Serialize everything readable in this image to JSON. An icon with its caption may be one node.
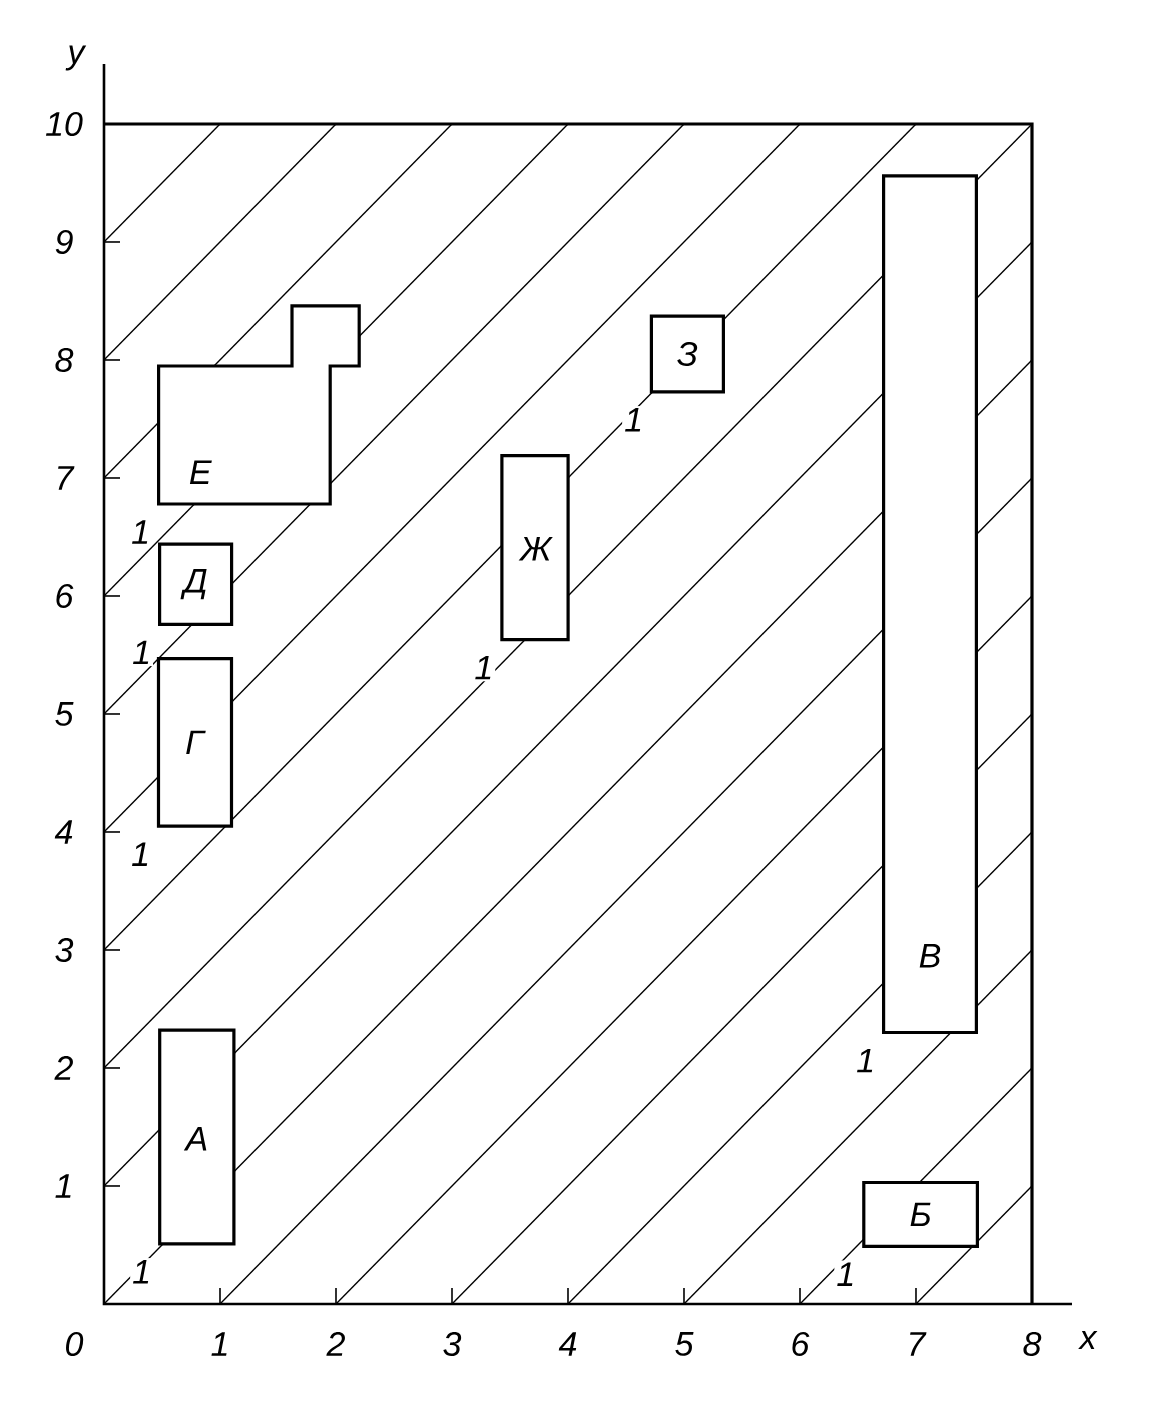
{
  "diagram": {
    "nodes": [
      {
        "text": [
          "А"
        ],
        "beside": [
          "1"
        ]
      },
      {
        "text": [
          "Б"
        ],
        "beside": [
          "1"
        ]
      },
      {
        "text": [
          "В"
        ],
        "beside": [
          "1"
        ]
      },
      {
        "text": [
          "Г"
        ],
        "beside": [
          "1"
        ]
      },
      {
        "text": [
          "Д"
        ],
        "beside": [
          "1"
        ]
      },
      {
        "text": [
          "Е"
        ],
        "beside": [
          "1"
        ]
      },
      {
        "text": [
          "Ж"
        ],
        "beside": [
          "1"
        ]
      },
      {
        "text": [
          "З"
        ],
        "beside": [
          "1"
        ]
      }
    ],
    "labels": [
      "y",
      "10",
      "9",
      "8",
      "7",
      "6",
      "5",
      "4",
      "3",
      "2",
      "1",
      "0",
      "1",
      "2",
      "3",
      "4",
      "5",
      "6",
      "7",
      "8",
      "x"
    ]
  }
}
